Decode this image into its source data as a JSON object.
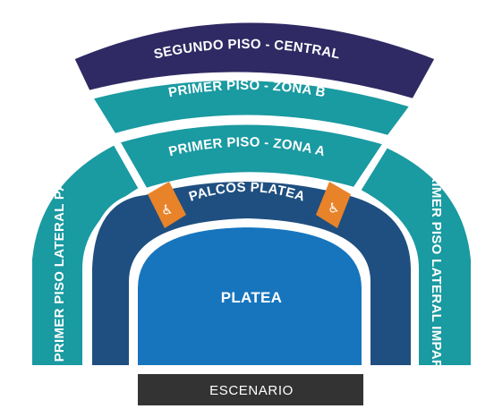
{
  "map": {
    "colors": {
      "segundo_piso": "#2f2a63",
      "primer_piso": "#1a9aa1",
      "palcos": "#1f4f80",
      "platea": "#1775be",
      "accessible": "#e8832a",
      "stage": "#333333",
      "gap": "#ffffff"
    },
    "sections": {
      "segundo_piso_central": "SEGUNDO PISO - CENTRAL",
      "primer_piso_zona_b": "PRIMER PISO - ZONA B",
      "primer_piso_zona_a": "PRIMER PISO  - ZONA A",
      "palcos_platea": "PALCOS PLATEA",
      "primer_piso_lateral_par": "PRIMER PISO LATERAL PAR",
      "primer_piso_lateral_impar": "PRIMER PISO LATERAL IMPAR",
      "platea": "PLATEA"
    },
    "stage": {
      "label": "ESCENARIO"
    },
    "accessible": {
      "icon": "wheelchair-icon",
      "glyph": "♿"
    }
  }
}
